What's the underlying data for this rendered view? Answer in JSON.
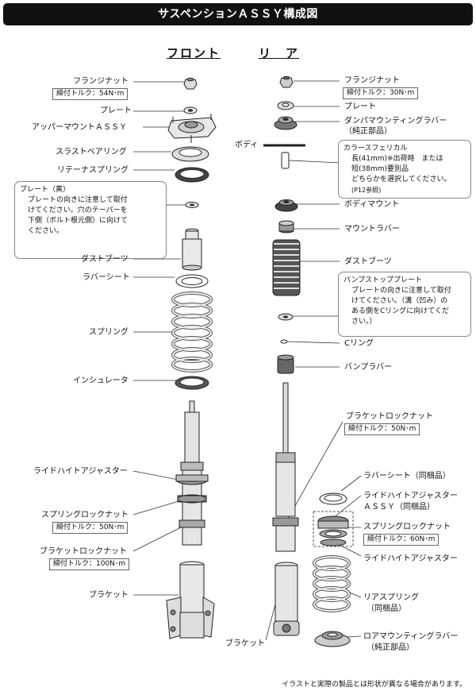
{
  "title": "サスペンションＡＳＳＹ構成図",
  "front": {
    "heading": "フロント",
    "labels": {
      "flange_nut": "フランジナット",
      "flange_nut_torque": "締付トルク：54N･m",
      "plate": "プレート",
      "upper_mount": "アッパーマウントＡＳＳＹ",
      "thrust_bearing": "スラストベアリング",
      "retainer_spring": "リテーナスプリング",
      "dust_boots": "ダストブーツ",
      "rubber_seat": "ラバーシート",
      "spring": "スプリング",
      "insulator": "インシュレータ",
      "ride_height_adjuster": "ライドハイトアジャスター",
      "spring_lock_nut": "スプリングロックナット",
      "spring_lock_nut_torque": "締付トルク：50N･m",
      "bracket_lock_nut": "ブラケットロックナット",
      "bracket_lock_nut_torque": "締付トルク：100N･m",
      "bracket": "ブラケット"
    },
    "note": {
      "title": "プレート（黄）",
      "body": "プレートの向きに注意して取付\nけてください。穴のテーパーを\n下側（ボルト根元側）に向けて\nください。"
    }
  },
  "rear": {
    "heading": "リ　ア",
    "labels": {
      "flange_nut": "フランジナット",
      "flange_nut_torque": "締付トルク：30N･m",
      "plate": "プレート",
      "damper_mount_rubber": "ダンパマウンティングラバー",
      "damper_mount_rubber_sub": "（純正部品）",
      "body": "ボディ",
      "body_mount": "ボディマウント",
      "mount_rubber": "マウントラバー",
      "dust_boots": "ダストブーツ",
      "c_ring": "Cリング",
      "bump_rubber": "バンプラバー",
      "bracket_lock_nut": "ブラケットロックナット",
      "bracket_lock_nut_torque": "締付トルク：50N･m",
      "rubber_seat": "ラバーシート（同梱品）",
      "ride_height_adjuster_assy": "ライドハイトアジャスター",
      "ride_height_adjuster_assy_sub": "ＡＳＳＹ（同梱品）",
      "spring_lock_nut": "スプリングロックナット",
      "spring_lock_nut_torque": "締付トルク：60N･m",
      "ride_height_adjuster": "ライドハイトアジャスター",
      "rear_spring": "リアスプリング",
      "rear_spring_sub": "（同梱品）",
      "bracket": "ブラケット",
      "lower_mount_rubber": "ロアマウンティングラバー",
      "lower_mount_rubber_sub": "（純正部品）"
    },
    "collar_note": {
      "title": "カラースフェリカル",
      "body": "長(41mm)※出荷時　または\n短(38mm)要別品\nどちらかを選択してください。",
      "ref": "(P12参照)"
    },
    "bump_note": {
      "title": "バンプストッププレート",
      "body": "プレートの向きに注意して取付\nけてください。（溝（凹み）の\nある側をCリングに向けてくだ\nさい。）"
    }
  },
  "footer": "イラストと実際の製品とは形状が異なる場合があります。"
}
